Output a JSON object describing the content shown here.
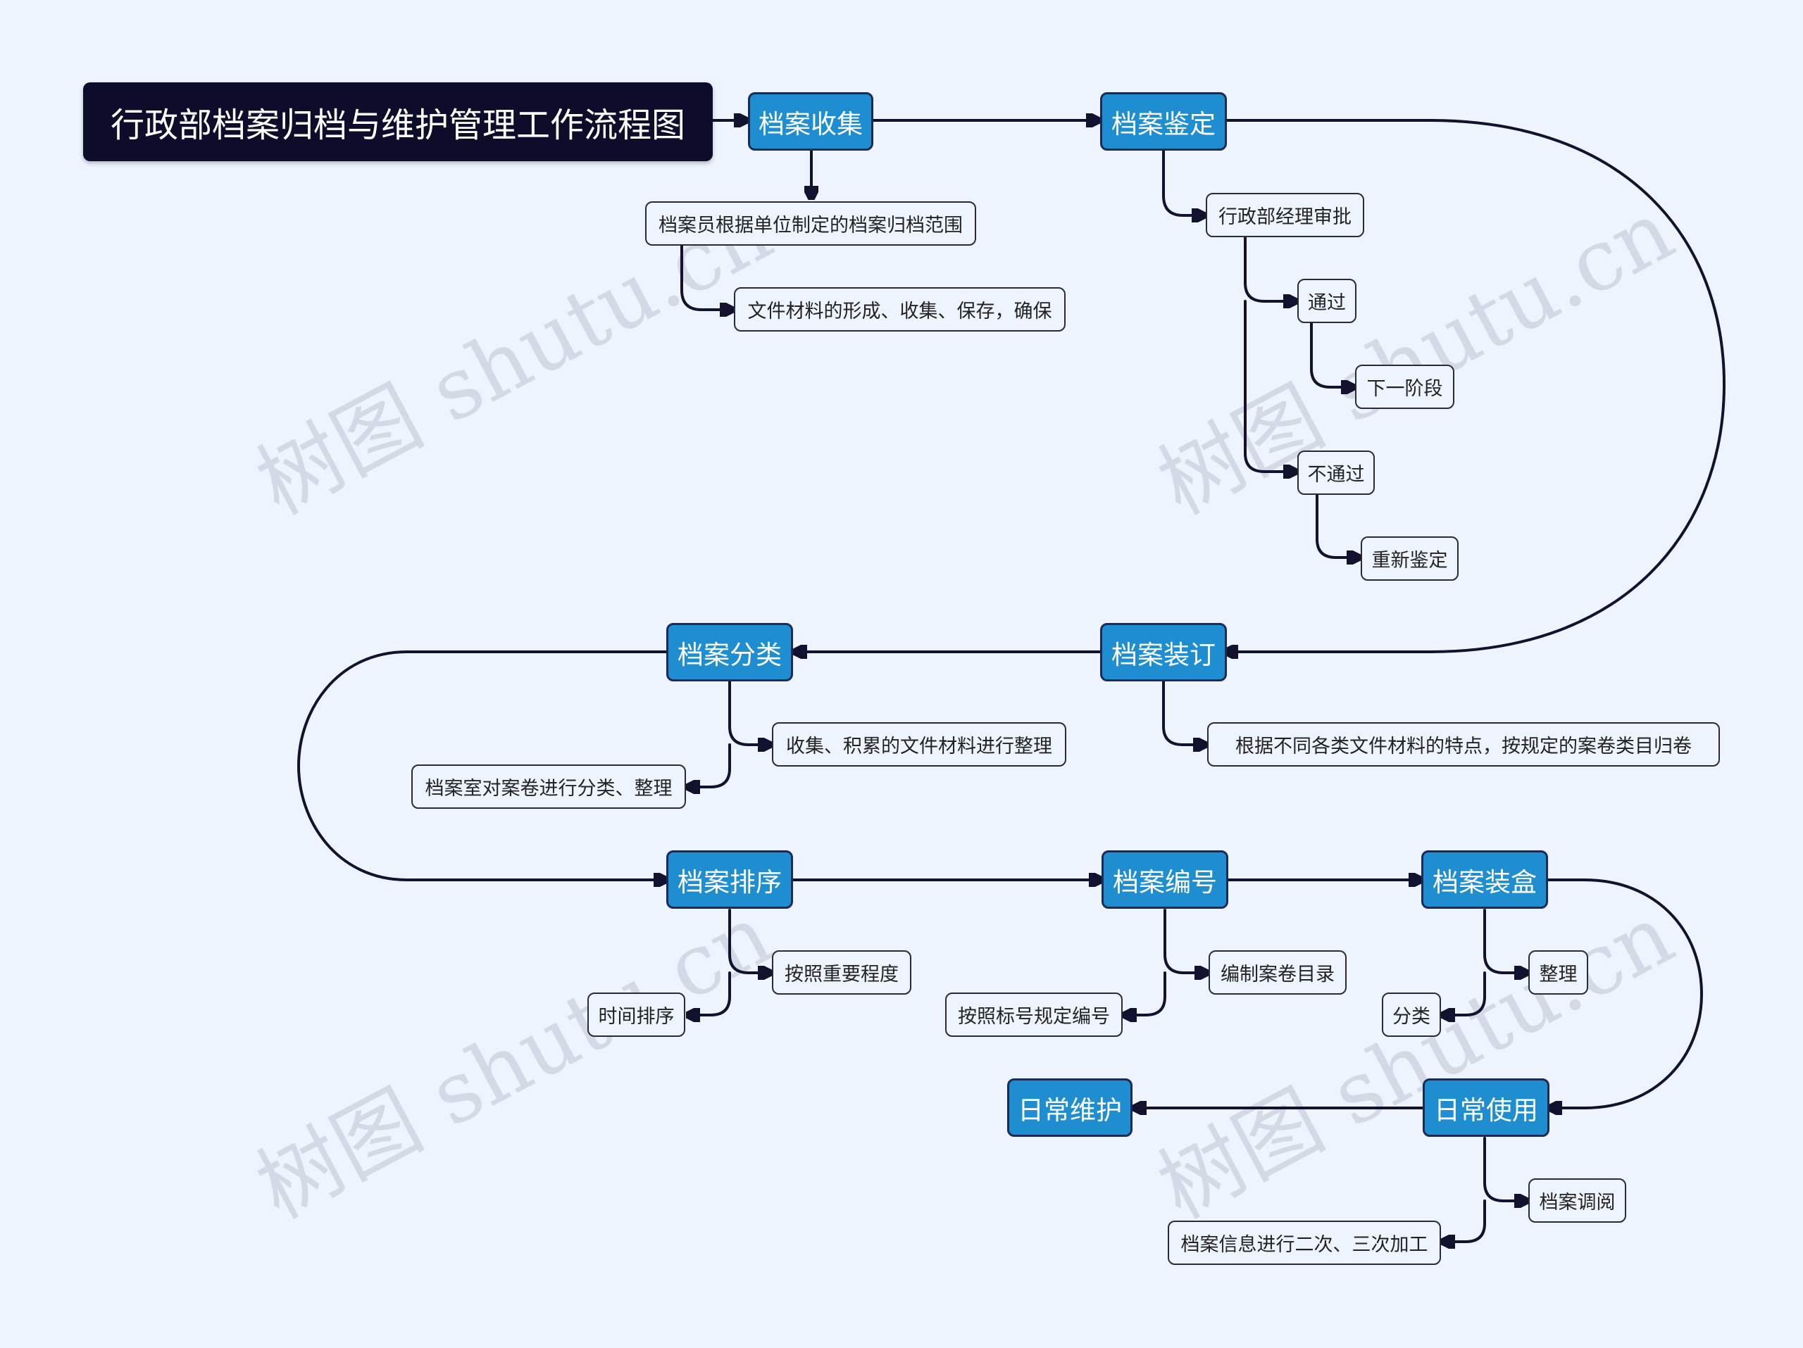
{
  "title": "行政部档案归档与维护管理工作流程图",
  "watermark": "树图 shutu.cn",
  "colors": {
    "background": "#eef4fe",
    "title_bg": "#0d0c2a",
    "main_node": "#1e8ed0",
    "edge": "#12122e"
  },
  "stages": {
    "collect": {
      "label": "档案收集",
      "children": [
        "档案员根据单位制定的档案归档范围",
        "文件材料的形成、收集、保存，确保"
      ]
    },
    "appraise": {
      "label": "档案鉴定",
      "children": [
        "行政部经理审批",
        "通过",
        "下一阶段",
        "不通过",
        "重新鉴定"
      ]
    },
    "bind": {
      "label": "档案装订",
      "children": [
        "根据不同各类文件材料的特点，按规定的案卷类目归卷"
      ]
    },
    "classify": {
      "label": "档案分类",
      "children": [
        "收集、积累的文件材料进行整理",
        "档案室对案卷进行分类、整理"
      ]
    },
    "sort": {
      "label": "档案排序",
      "children": [
        "按照重要程度",
        "时间排序"
      ]
    },
    "number": {
      "label": "档案编号",
      "children": [
        "编制案卷目录",
        "按照标号规定编号"
      ]
    },
    "box": {
      "label": "档案装盒",
      "children": [
        "整理",
        "分类"
      ]
    },
    "use": {
      "label": "日常使用",
      "children": [
        "档案调阅",
        "档案信息进行二次、三次加工"
      ]
    },
    "maintain": {
      "label": "日常维护"
    }
  }
}
